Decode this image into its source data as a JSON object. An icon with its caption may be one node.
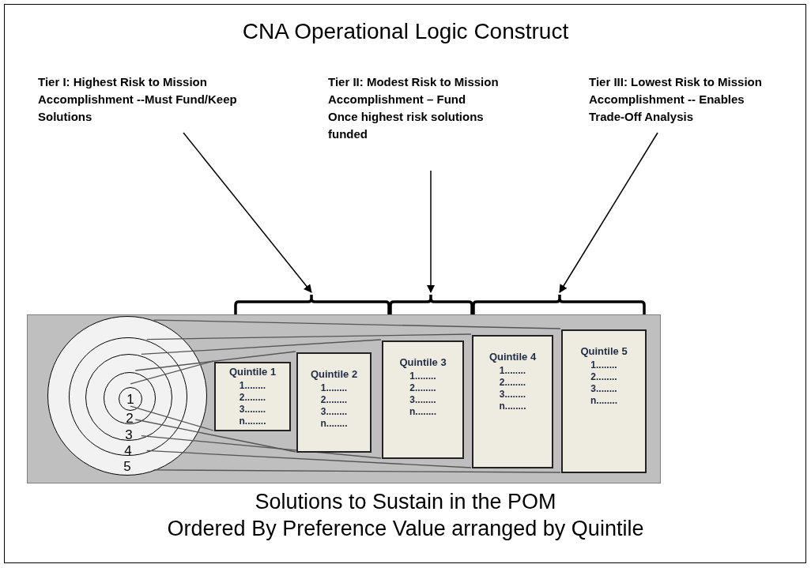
{
  "diagram": {
    "title": "CNA Operational Logic Construct",
    "caption": "Solutions to Sustain in the POM",
    "nodes": [
      {
        "text": [
          "Tier I: Highest Risk to Mission Accomplishment --Must Fund/Keep Solutions"
        ]
      },
      {
        "text": [
          "Tier II: Modest Risk to Mission Accomplishment – Fund",
          "Once highest risk solutions funded"
        ]
      },
      {
        "text": [
          "Tier III: Lowest Risk to Mission Accomplishment -- Enables Trade-Off Analysis"
        ]
      },
      {
        "text": [],
        "shape": "bracket"
      },
      {
        "text": [],
        "shape": "bracket"
      },
      {
        "text": [],
        "shape": "bracket"
      },
      {
        "text": [],
        "shape": "box"
      },
      {
        "text": [
          "5"
        ],
        "in": 6
      },
      {
        "text": [
          "4"
        ],
        "in": 7
      },
      {
        "text": [
          "3"
        ],
        "in": 8
      },
      {
        "text": [
          "2"
        ],
        "in": 9
      },
      {
        "text": [
          "1"
        ],
        "in": 10
      },
      {
        "text": [
          "Quintile 1",
          "1........",
          "2........",
          "3........",
          "n........"
        ],
        "in": 6
      },
      {
        "text": [
          "Quintile 2",
          "1........",
          "2........",
          "3........",
          "n........"
        ],
        "in": 6
      },
      {
        "text": [
          "Quintile 3",
          "1........",
          "2........",
          "3........",
          "n........"
        ],
        "in": 6
      },
      {
        "text": [
          "Quintile 4",
          "1........",
          "2........",
          "3........",
          "n........"
        ],
        "in": 6
      },
      {
        "text": [
          "Quintile 5",
          "1........",
          "2........",
          "3........",
          "n........"
        ],
        "in": 6
      }
    ],
    "edges": [
      {
        "from": 0,
        "to": 3,
        "arrow": "to"
      },
      {
        "from": 1,
        "to": 4,
        "arrow": "to"
      },
      {
        "from": 2,
        "to": 5,
        "arrow": "to"
      },
      {
        "from": 11,
        "to": 12,
        "arrow": "none"
      },
      {
        "from": 11,
        "to": 12,
        "arrow": "none"
      },
      {
        "from": 10,
        "to": 13,
        "arrow": "none"
      },
      {
        "from": 10,
        "to": 13,
        "arrow": "none"
      },
      {
        "from": 9,
        "to": 14,
        "arrow": "none"
      },
      {
        "from": 9,
        "to": 14,
        "arrow": "none"
      },
      {
        "from": 8,
        "to": 15,
        "arrow": "none"
      },
      {
        "from": 8,
        "to": 15,
        "arrow": "none"
      },
      {
        "from": 7,
        "to": 16,
        "arrow": "none"
      },
      {
        "from": 7,
        "to": 16,
        "arrow": "none"
      }
    ],
    "labels": [
      "Ordered By Preference Value arranged by Quintile"
    ]
  }
}
